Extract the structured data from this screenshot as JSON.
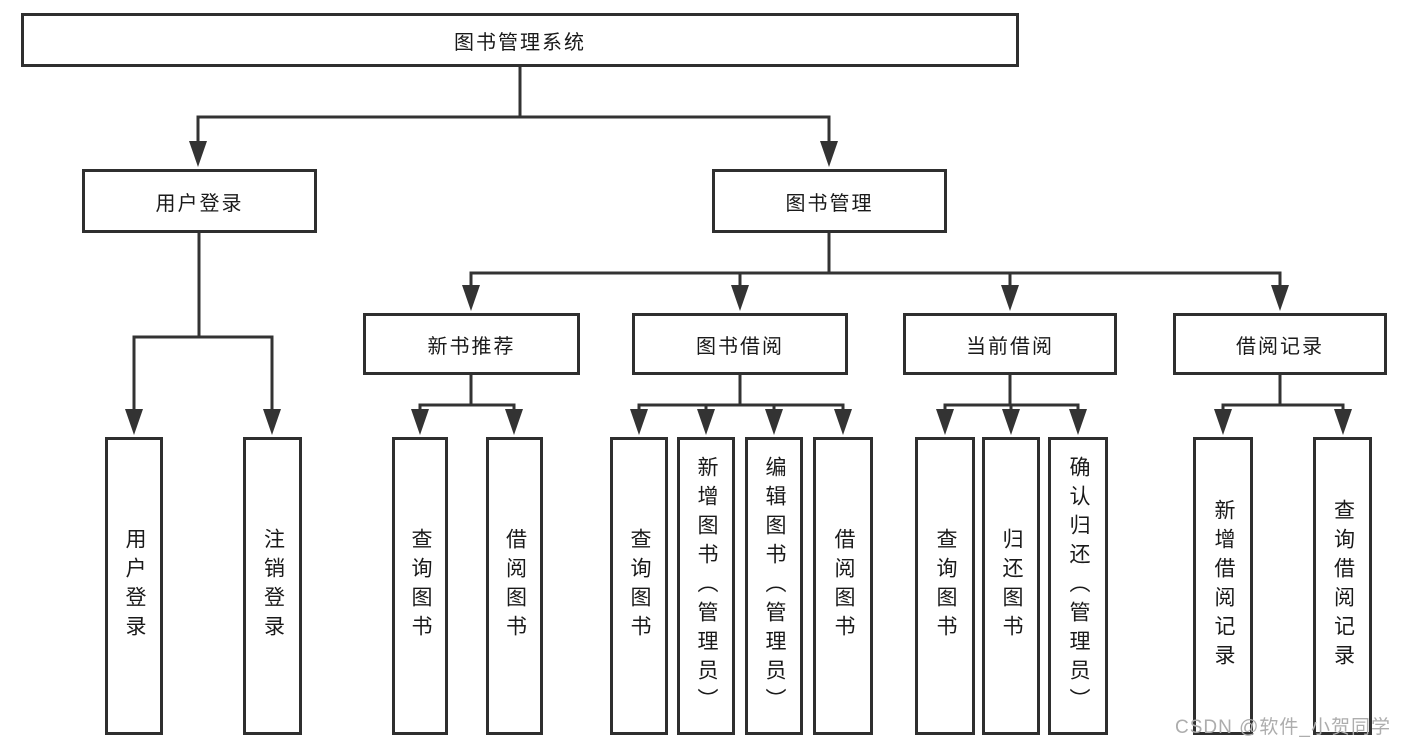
{
  "colors": {
    "line": "#333333",
    "box_border": "#2f2f2f",
    "text": "#1a1a1a",
    "background": "#ffffff",
    "watermark": "#adadad"
  },
  "diagram": {
    "root": {
      "label": "图书管理系统"
    },
    "branches": [
      {
        "label": "用户登录",
        "leaves": [
          "用户登录",
          "注销登录"
        ]
      },
      {
        "label": "图书管理",
        "children": [
          {
            "label": "新书推荐",
            "leaves": [
              "查询图书",
              "借阅图书"
            ]
          },
          {
            "label": "图书借阅",
            "leaves": [
              "查询图书",
              "新增图书（管理员）",
              "编辑图书（管理员）",
              "借阅图书"
            ]
          },
          {
            "label": "当前借阅",
            "leaves": [
              "查询图书",
              "归还图书",
              "确认归还（管理员）"
            ]
          },
          {
            "label": "借阅记录",
            "leaves": [
              "新增借阅记录",
              "查询借阅记录"
            ]
          }
        ]
      }
    ]
  },
  "watermark": {
    "text": "CSDN @软件_小贺同学"
  }
}
